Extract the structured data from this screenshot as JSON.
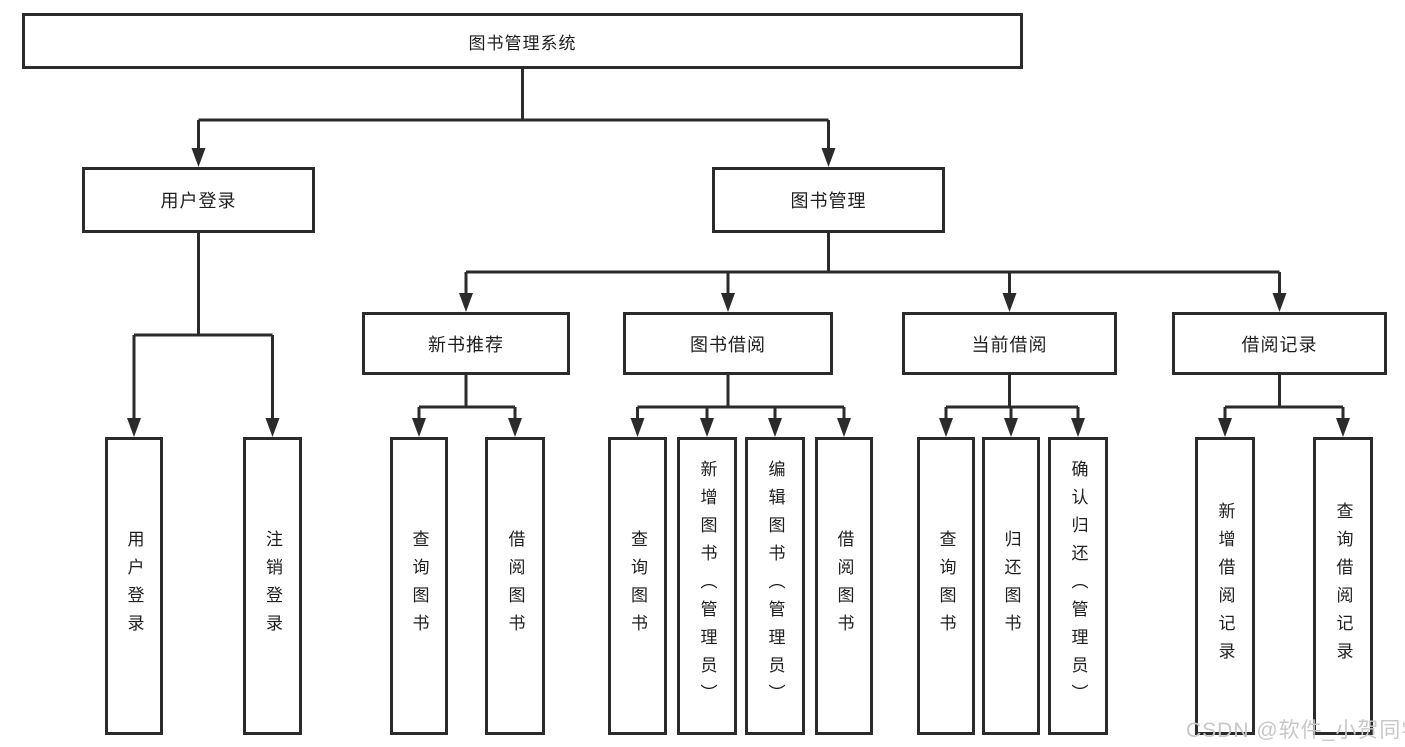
{
  "diagram": {
    "root": {
      "label": "图书管理系统"
    },
    "level2": [
      {
        "label": "用户登录"
      },
      {
        "label": "图书管理"
      }
    ],
    "level3": [
      {
        "label": "新书推荐"
      },
      {
        "label": "图书借阅"
      },
      {
        "label": "当前借阅"
      },
      {
        "label": "借阅记录"
      }
    ],
    "leaves": {
      "user_login": [
        "用户登录",
        "注销登录"
      ],
      "new_book": [
        "查询图书",
        "借阅图书"
      ],
      "book_borrow": [
        "查询图书",
        "新增图书（管理员）",
        "编辑图书（管理员）",
        "借阅图书"
      ],
      "current_borrow": [
        "查询图书",
        "归还图书",
        "确认归还（管理员）"
      ],
      "borrow_record": [
        "新增借阅记录",
        "查询借阅记录"
      ]
    }
  },
  "watermark": {
    "text": "CSDN @软件_小贺同学"
  },
  "colors": {
    "line": "#2b2b2b",
    "text": "#1e1e1e",
    "watermark": "#c8c8c8",
    "background": "#ffffff"
  }
}
